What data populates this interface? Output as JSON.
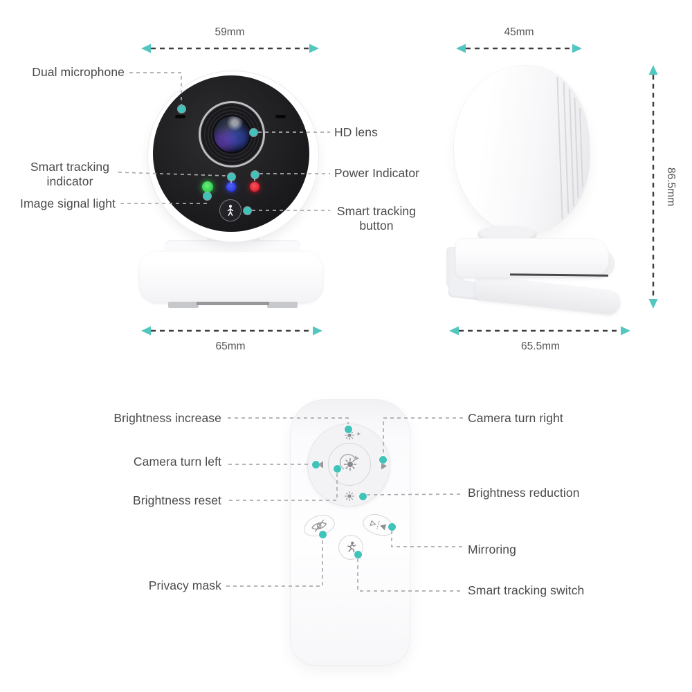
{
  "front_view": {
    "dimensions": {
      "width_top": "59mm",
      "width_bottom": "65mm"
    },
    "labels": {
      "dual_microphone": "Dual microphone",
      "smart_tracking_indicator_line1": "Smart tracking",
      "smart_tracking_indicator_line2": "indicator",
      "image_signal_light": "Image signal light",
      "hd_lens": "HD lens",
      "power_indicator": "Power Indicator",
      "smart_tracking_button_line1": "Smart tracking",
      "smart_tracking_button_line2": "button"
    }
  },
  "side_view": {
    "dimensions": {
      "width_top": "45mm",
      "height": "86.5mm",
      "width_bottom": "65.5mm"
    }
  },
  "remote": {
    "labels": {
      "brightness_increase": "Brightness increase",
      "camera_turn_left": "Camera turn left",
      "brightness_reset": "Brightness reset",
      "privacy_mask": "Privacy mask",
      "camera_turn_right": "Camera turn right",
      "brightness_reduction": "Brightness reduction",
      "mirroring": "Mirroring",
      "smart_tracking_switch": "Smart tracking switch"
    },
    "icons": {
      "dpad_top": "brightness-increase-sun-icon",
      "dpad_left": "camera-turn-left-arrow-icon",
      "dpad_center": "brightness-reset-rotate-sun-icon",
      "dpad_right": "camera-turn-right-arrow-icon",
      "dpad_bottom": "brightness-reduction-sun-icon",
      "button_left": "privacy-mask-eye-slash-icon",
      "button_right": "mirroring-flip-icon",
      "button_center": "smart-tracking-runner-icon"
    }
  },
  "camera_icons": {
    "tracking_button": "walking-person-icon"
  },
  "colors": {
    "accent_teal": "#41c3ba",
    "dimension_dash": "#3d3d40",
    "connector_dash": "#ababaf",
    "label_text": "#4a4a4c",
    "led_green": "#2ed04a",
    "led_blue": "#2a36e8",
    "led_red": "#e81126",
    "camera_face": "#1c1c1f",
    "device_white": "#fafafc"
  }
}
